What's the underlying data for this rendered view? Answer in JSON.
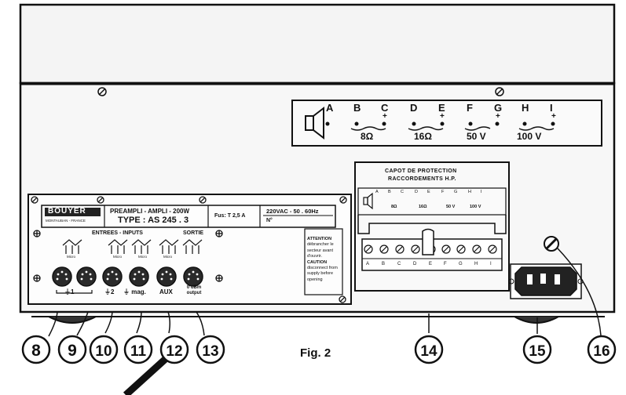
{
  "figure": {
    "caption": "Fig. 2"
  },
  "speaker_panel": {
    "terminals": [
      {
        "letter": "A",
        "sign": ""
      },
      {
        "letter": "B",
        "sign": ""
      },
      {
        "letter": "C",
        "sign": "+"
      },
      {
        "letter": "D",
        "sign": ""
      },
      {
        "letter": "E",
        "sign": "+"
      },
      {
        "letter": "F",
        "sign": ""
      },
      {
        "letter": "G",
        "sign": "+"
      },
      {
        "letter": "H",
        "sign": ""
      },
      {
        "letter": "I",
        "sign": "+"
      }
    ],
    "groups": [
      "8Ω",
      "16Ω",
      "50 V",
      "100 V"
    ]
  },
  "cover": {
    "title_line1": "CAPOT DE PROTECTION",
    "title_line2": "RACCORDEMENTS H.P.",
    "terminals": [
      "A",
      "B",
      "C",
      "D",
      "E",
      "F",
      "G",
      "H",
      "I"
    ],
    "groups": [
      "8Ω",
      "16Ω",
      "50 V",
      "100 V"
    ],
    "strip_labels": [
      "A",
      "B",
      "C",
      "D",
      "E",
      "F",
      "G",
      "H",
      "I"
    ]
  },
  "plate": {
    "brand": "BOUYER",
    "brand_sub": "MONTAUBAN - FRANCE",
    "model_line1": "PREAMPLI - AMPLI - 200W",
    "model_line2": "TYPE : AS 245 . 3",
    "fuse": "Fus: T 2,5 A",
    "mains": "220VAC - 50 . 60Hz",
    "serial_label": "N°",
    "inputs_header": "ENTREES - INPUTS",
    "output_header": "SORTIE",
    "mode_labels": [
      "Micro",
      "Micro",
      "Micro",
      "Micro"
    ],
    "connector_labels": [
      "⏚1",
      "⏚2",
      "⏚ mag.",
      "AUX",
      "0 dBm output"
    ],
    "warning": [
      "ATTENTION",
      "débrancher le",
      "secteur avant",
      "d'ouvrir.",
      "CAUTION",
      "disconnect from",
      "supply before",
      "opening"
    ]
  },
  "callouts": [
    "8",
    "9",
    "10",
    "11",
    "12",
    "13",
    "14",
    "15",
    "16"
  ]
}
